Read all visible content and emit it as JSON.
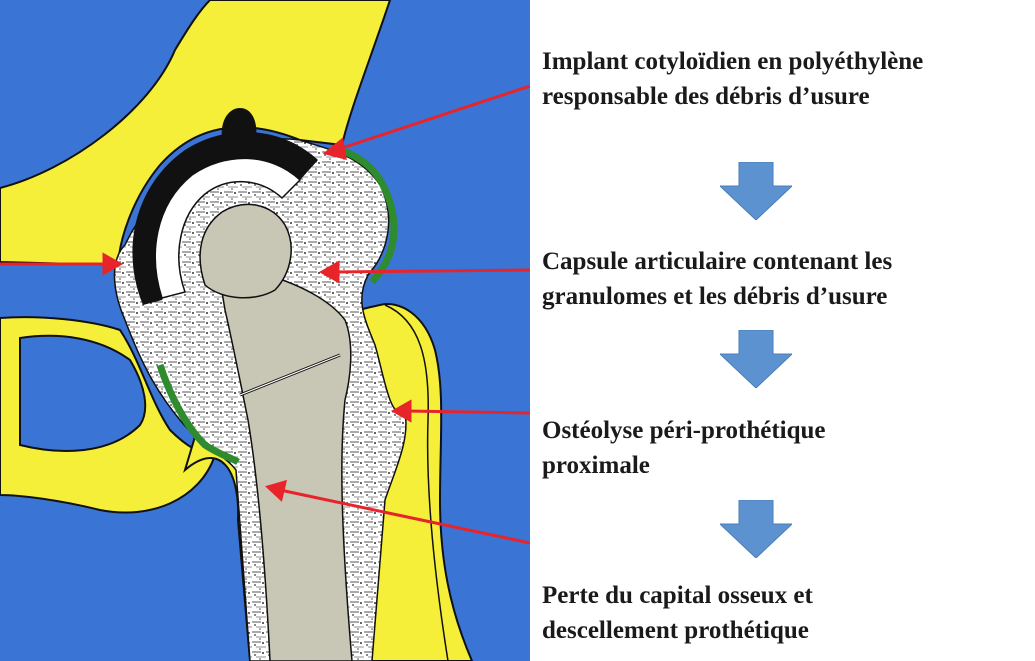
{
  "colors": {
    "background": "#3a74d4",
    "bone": "#f5ef3a",
    "implant_stem": "#c8c6b4",
    "cup_liner": "#ffffff",
    "cup_shell": "#111111",
    "granuloma_stipple": "#444444",
    "capsule_membrane": "#2e8b2e",
    "pointer_arrow": "#e8242b",
    "flow_arrow": "#5b92cf",
    "label_text": "#1a1a1a"
  },
  "icons": {
    "flow_arrow": "down-arrow-icon",
    "pointer_arrow": "red-pointer-arrow-icon"
  },
  "steps": [
    {
      "line1": "Implant cotyloïdien en polyéthylène",
      "line2": "responsable des débris d’usure"
    },
    {
      "line1": "Capsule articulaire contenant les",
      "line2": "granulomes et les débris d’usure"
    },
    {
      "line1": "Ostéolyse péri-prothétique",
      "line2": "proximale"
    },
    {
      "line1": "Perte du capital osseux et",
      "line2": "descellement prothétique"
    }
  ]
}
